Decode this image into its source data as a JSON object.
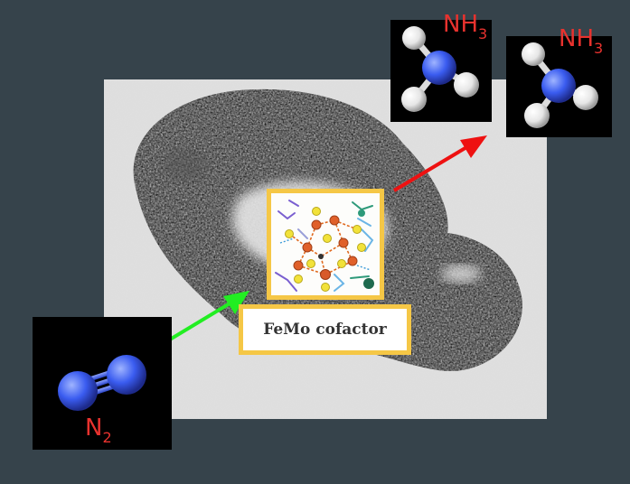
{
  "n2": {
    "formula_base": "N",
    "formula_sub": "2"
  },
  "nh3_left": {
    "formula_base": "NH",
    "formula_sub": "3"
  },
  "nh3_right": {
    "formula_base": "NH",
    "formula_sub": "3"
  },
  "cofactor": {
    "label": "FeMo cofactor"
  },
  "colors": {
    "background": "#36434b",
    "formula_text": "#e8322e",
    "box_border": "#f5c746",
    "input_arrow": "#22ee22",
    "output_arrow": "#ee1111",
    "nitrogen_atom": "#3a5cf0",
    "hydrogen_atom": "#f4f4f4"
  }
}
